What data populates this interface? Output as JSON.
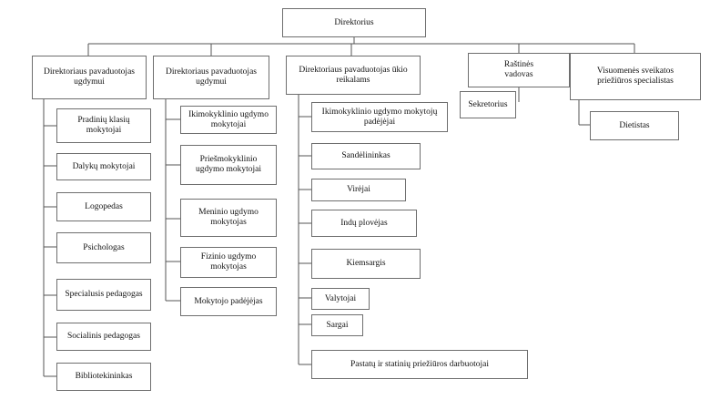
{
  "org": {
    "root": "Direktorius",
    "branches": [
      {
        "head": "Direktoriaus pavaduotojas ugdymui",
        "members": [
          "Pradinių klasių mokytojai",
          "Dalykų mokytojai",
          "Logopedas",
          "Psichologas",
          "Specialusis pedagogas",
          "Socialinis pedagogas",
          "Bibliotekininkas"
        ]
      },
      {
        "head": "Direktoriaus pavaduotojas ugdymui",
        "members": [
          "Ikimokyklinio ugdymo mokytojai",
          "Priešmokyklinio ugdymo mokytojai",
          "Meninio ugdymo mokytojas",
          "Fizinio ugdymo mokytojas",
          "Mokytojo padėjėjas"
        ]
      },
      {
        "head": "Direktoriaus pavaduotojas ūkio reikalams",
        "members": [
          "Ikimokyklinio ugdymo mokytojų padėjėjai",
          "Sandėlininkas",
          "Virėjai",
          "Indų plovėjas",
          "Kiemsargis",
          "Valytojai",
          "Sargai",
          "Pastatų ir statinių priežiūros darbuotojai"
        ]
      },
      {
        "head": "Raštinės vadovas",
        "members": [
          "Sekretorius"
        ]
      },
      {
        "head": "Visuomenės sveikatos priežiūros specialistas",
        "members": [
          "Dietistas"
        ]
      }
    ]
  }
}
